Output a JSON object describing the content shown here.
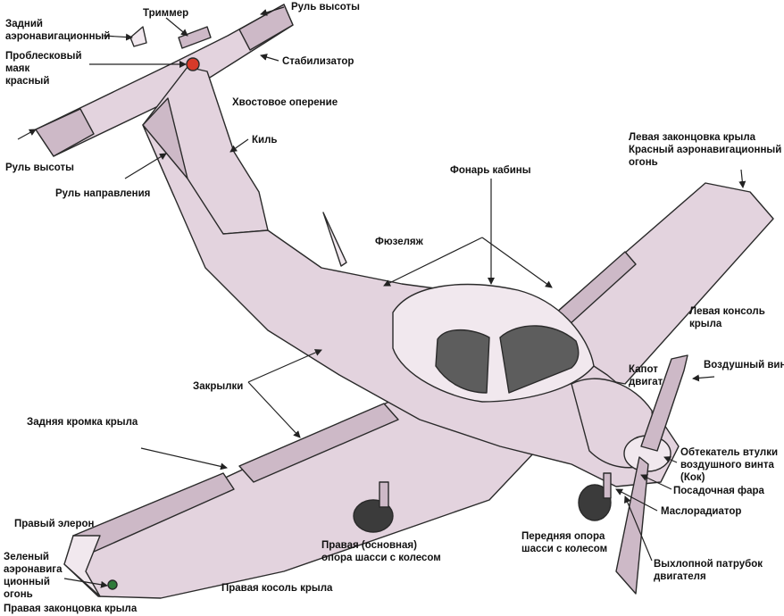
{
  "labels": {
    "trimmer": "Триммер",
    "elevator_top": "Руль высоты",
    "tail_nav_light": "Задний\nаэронавигационный",
    "strobe_beacon": "Проблесковый\nмаяк\nкрасный",
    "stabilizer": "Стабилизатор",
    "tail_assembly": "Хвостовое оперение",
    "fin": "Киль",
    "elevator_left": "Руль высоты",
    "rudder": "Руль направления",
    "left_wingtip": "Левая законцовка крыла\nКрасный аэронавигационный\nогонь",
    "canopy": "Фонарь кабины",
    "fuselage": "Фюзеляж",
    "left_wing_panel": "Левая консоль\nкрыла",
    "cowling": "Капот\nдвигат",
    "propeller": "Воздушный винт",
    "flaps": "Закрылки",
    "trailing_edge": "Задняя кромка крыла",
    "spinner": "Обтекатель втулки\nвоздушного винта\n(Кок)",
    "landing_light": "Посадочная фара",
    "oil_cooler": "Маслорадиатор",
    "right_aileron": "Правый элерон",
    "main_gear": "Правая (основная)\nопора шасси с колесом",
    "nose_gear": "Передняя опора\nшасси с колесом",
    "exhaust": "Выхлопной патрубок\nдвигателя",
    "green_nav_light": "Зеленый\nаэронавига\nционный\nогонь",
    "right_wing_panel": "Правая косоль крыла",
    "right_wingtip": "Правая законцовка крыла"
  },
  "colors": {
    "skin": "#e3d3de",
    "skin_light": "#f1e8ee",
    "skin_dark": "#b9a6b4",
    "outline": "#2a2a2a",
    "glass": "#5d5d5d",
    "beacon": "#d63a2a",
    "nav_green": "#2f7a3a"
  }
}
